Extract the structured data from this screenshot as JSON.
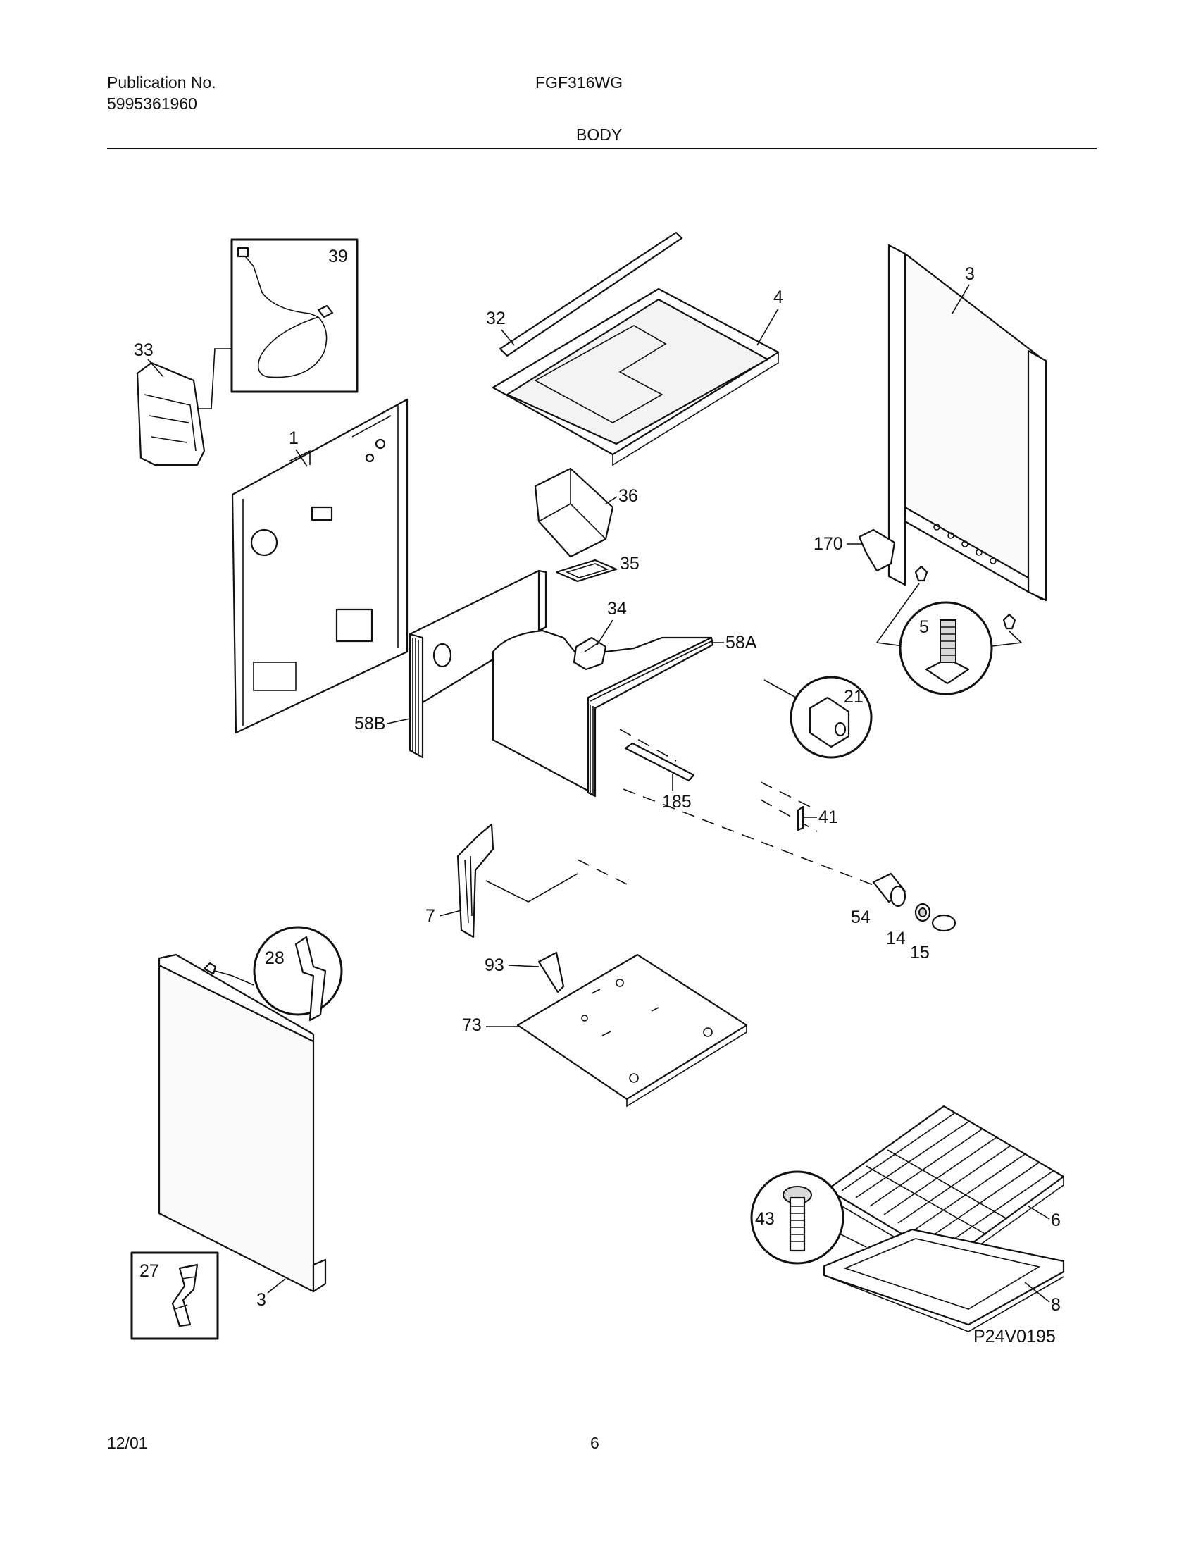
{
  "header": {
    "publication_label": "Publication No.",
    "publication_number": "5995361960",
    "model": "FGF316WG",
    "section_title": "BODY"
  },
  "footer": {
    "date": "12/01",
    "page_number": "6"
  },
  "diagram": {
    "drawing_number": "P24V0195",
    "part_labels": {
      "p1": "1",
      "p3_right": "3",
      "p3_left": "3",
      "p4": "4",
      "p5": "5",
      "p6": "6",
      "p7": "7",
      "p8": "8",
      "p14": "14",
      "p15": "15",
      "p21": "21",
      "p27": "27",
      "p28": "28",
      "p32": "32",
      "p33": "33",
      "p34": "34",
      "p35": "35",
      "p36": "36",
      "p39": "39",
      "p41": "41",
      "p43": "43",
      "p54": "54",
      "p58A": "58A",
      "p58B": "58B",
      "p73": "73",
      "p93": "93",
      "p170": "170",
      "p185": "185"
    }
  }
}
